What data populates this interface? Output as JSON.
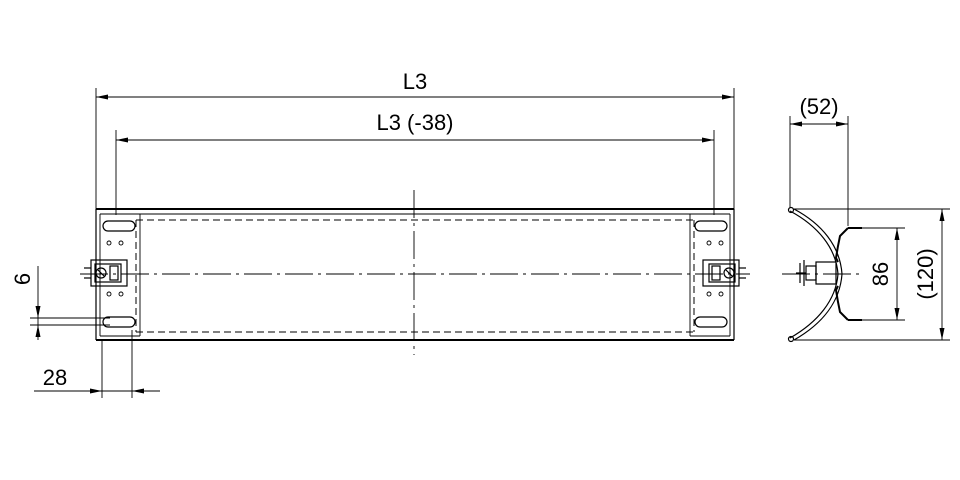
{
  "dimensions": {
    "overall_length": "L3",
    "inner_length": "L3 (-38)",
    "side_width": "(52)",
    "mount_height": "86",
    "overall_height": "(120)",
    "slot_offset": "6",
    "edge_offset": "28"
  },
  "icons": {
    "left_bracket": "terminal-bracket-icon",
    "right_bracket": "terminal-bracket-icon",
    "side_terminal": "terminal-screw-icon"
  }
}
